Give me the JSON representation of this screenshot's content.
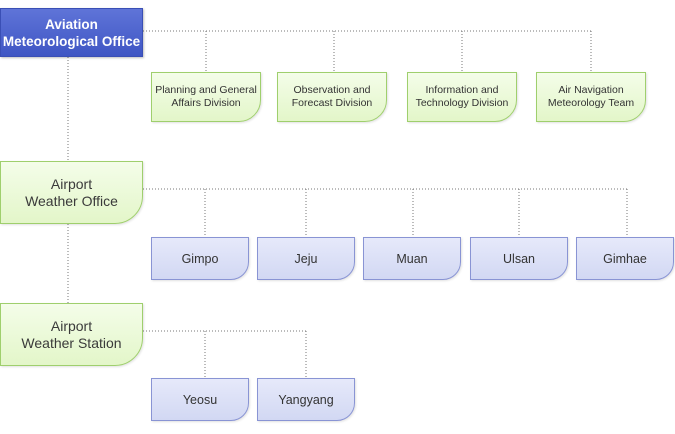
{
  "root": {
    "line1": "Aviation",
    "line2": "Meteorological Office"
  },
  "divisions": [
    {
      "line1": "Planning and General",
      "line2": "Affairs Division"
    },
    {
      "line1": "Observation and",
      "line2": "Forecast Division"
    },
    {
      "line1": "Information and",
      "line2": "Technology Division"
    },
    {
      "line1": "Air Navigation",
      "line2": "Meteorology Team"
    }
  ],
  "airport_weather_office": {
    "line1": "Airport",
    "line2": "Weather Office",
    "branches": [
      "Gimpo",
      "Jeju",
      "Muan",
      "Ulsan",
      "Gimhae"
    ]
  },
  "airport_weather_station": {
    "line1": "Airport",
    "line2": "Weather Station",
    "branches": [
      "Yeosu",
      "Yangyang"
    ]
  },
  "colors": {
    "root_fill": "#4a60cc",
    "green_border": "#9fcf6d",
    "green_fill": "#e8f8d3",
    "blue_border": "#8994d4",
    "blue_fill": "#d9def6",
    "connector": "#777777"
  }
}
